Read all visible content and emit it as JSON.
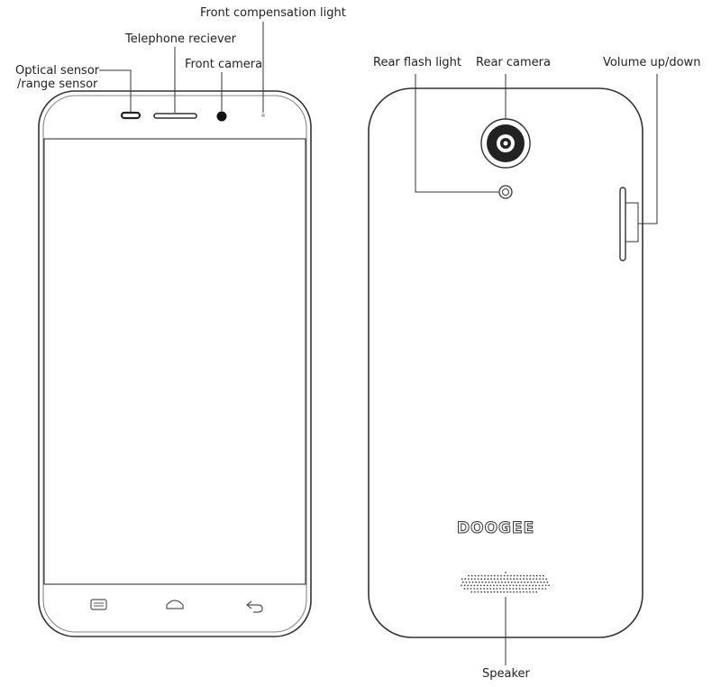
{
  "front_view": {
    "labels": {
      "front_compensation_light": "Front compensation light",
      "telephone_receiver": "Telephone reciever",
      "front_camera": "Front camera",
      "optical_sensor_line1": "Optical sensor",
      "optical_sensor_line2": "/range sensor"
    },
    "nav_icons": [
      "menu-icon",
      "home-icon",
      "back-icon"
    ]
  },
  "rear_view": {
    "labels": {
      "rear_flash_light": "Rear flash light",
      "rear_camera": "Rear camera",
      "volume": "Volume up/down",
      "speaker": "Speaker"
    },
    "brand_logo": "DOOGEE"
  },
  "colors": {
    "stroke": "#333333",
    "text": "#222222",
    "background": "#ffffff"
  }
}
